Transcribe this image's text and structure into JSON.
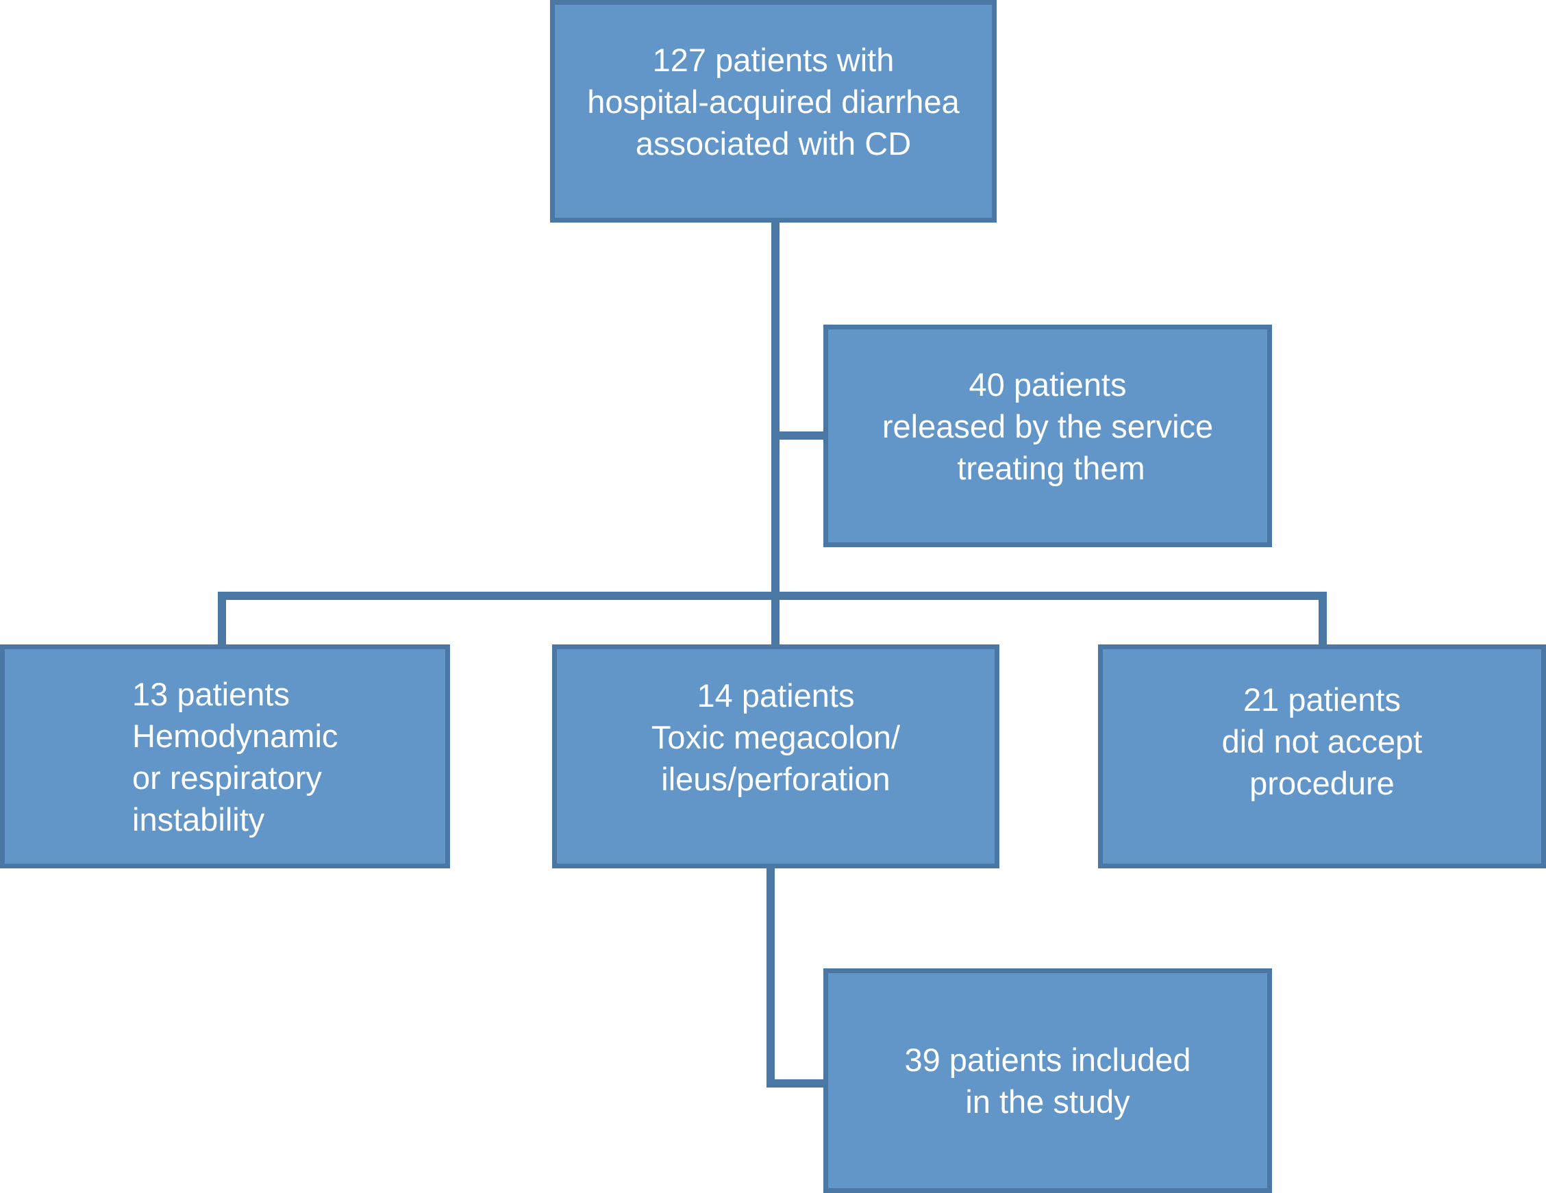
{
  "diagram": {
    "colors": {
      "box_fill": "#6396c8",
      "box_border": "#4a77a3",
      "connector": "#4a77a3",
      "text": "#ffffff"
    },
    "nodes": {
      "top": {
        "lines": [
          "127 patients with",
          "hospital-acquired diarrhea",
          "associated with CD"
        ]
      },
      "exclusion_released": {
        "lines": [
          "40 patients",
          "released by the service",
          "treating them"
        ]
      },
      "exclusion_instability": {
        "lines": [
          "13 patients",
          "Hemodynamic",
          "or respiratory",
          "instability"
        ]
      },
      "exclusion_megacolon": {
        "lines": [
          "14 patients",
          "Toxic megacolon/",
          "ileus/perforation"
        ]
      },
      "exclusion_refused": {
        "lines": [
          "21 patients",
          "did not accept",
          "procedure"
        ]
      },
      "included": {
        "lines": [
          "39 patients included",
          "in the study"
        ]
      }
    },
    "edges": [
      {
        "from": "top",
        "to": "exclusion_released"
      },
      {
        "from": "top",
        "to": "exclusion_instability"
      },
      {
        "from": "top",
        "to": "exclusion_megacolon"
      },
      {
        "from": "top",
        "to": "exclusion_refused"
      },
      {
        "from": "exclusion_megacolon",
        "to": "included"
      }
    ]
  }
}
